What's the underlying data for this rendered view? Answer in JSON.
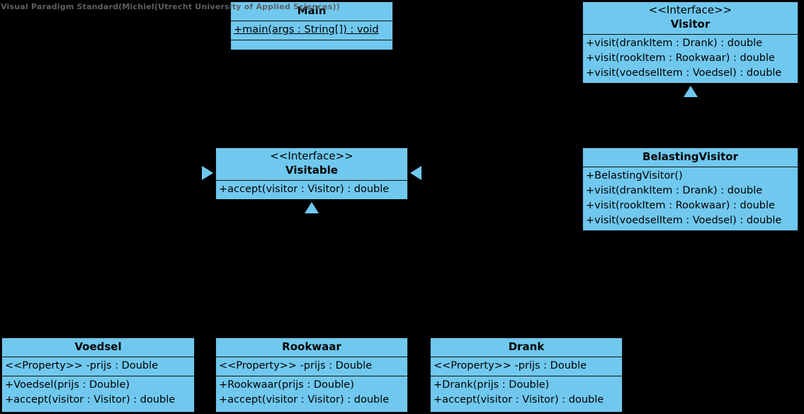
{
  "watermark": {
    "text": "Visual Paradigm Standard(Michiel(Utrecht University of Applied Sciences))"
  },
  "colors": {
    "background": "#000000",
    "class_fill": "#70c8ee",
    "class_border": "#111111",
    "watermark_text": "#5d6166",
    "arrow_fill": "#70c8ee"
  },
  "classes": {
    "main": {
      "name": "Main",
      "operations": [
        "+main(args : String[]) : void"
      ]
    },
    "visitor": {
      "stereotype": "<<Interface>>",
      "name": "Visitor",
      "operations": [
        "+visit(drankItem : Drank) : double",
        "+visit(rookItem : Rookwaar) : double",
        "+visit(voedselItem : Voedsel) : double"
      ]
    },
    "belasting_visitor": {
      "name": "BelastingVisitor",
      "operations": [
        "+BelastingVisitor()",
        "+visit(drankItem : Drank) : double",
        "+visit(rookItem : Rookwaar) : double",
        "+visit(voedselItem : Voedsel) : double"
      ]
    },
    "visitable": {
      "stereotype": "<<Interface>>",
      "name": "Visitable",
      "operations": [
        "+accept(visitor : Visitor) : double"
      ]
    },
    "voedsel": {
      "name": "Voedsel",
      "property": "<<Property>> -prijs : Double",
      "operations": [
        "+Voedsel(prijs : Double)",
        "+accept(visitor : Visitor) : double"
      ]
    },
    "rookwaar": {
      "name": "Rookwaar",
      "property": "<<Property>> -prijs : Double",
      "operations": [
        "+Rookwaar(prijs : Double)",
        "+accept(visitor : Visitor) : double"
      ]
    },
    "drank": {
      "name": "Drank",
      "property": "<<Property>> -prijs : Double",
      "operations": [
        "+Drank(prijs : Double)",
        "+accept(visitor : Visitor) : double"
      ]
    }
  },
  "connectors": [
    {
      "name": "belastingvisitor-realizes-visitor",
      "arrow": "up"
    },
    {
      "name": "voedsel-realizes-visitable",
      "arrow": "right"
    },
    {
      "name": "drank-realizes-visitable",
      "arrow": "left"
    },
    {
      "name": "rookwaar-realizes-visitable",
      "arrow": "up"
    }
  ]
}
